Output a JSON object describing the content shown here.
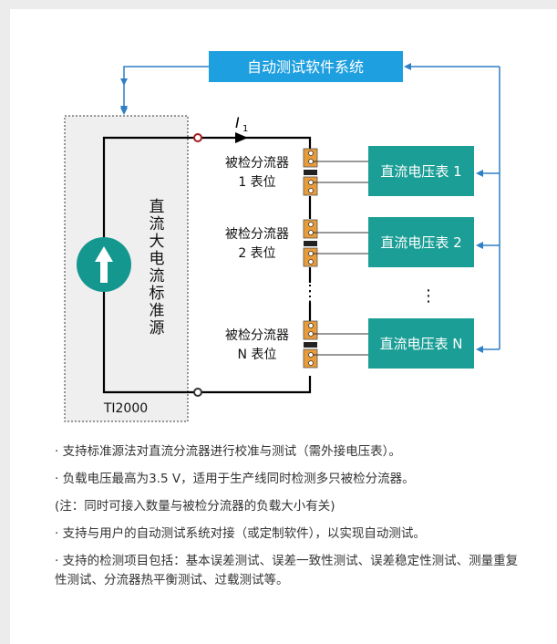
{
  "diagram": {
    "system_box": "自动测试软件系统",
    "source_label_chars": [
      "直",
      "流",
      "大",
      "电",
      "流",
      "标",
      "准",
      "源"
    ],
    "model": "TI2000",
    "current_label": "I",
    "current_sub": "1",
    "shunts": [
      {
        "line1": "被检分流器",
        "line2": "1 表位"
      },
      {
        "line1": "被检分流器",
        "line2": "2 表位"
      },
      {
        "line1": "被检分流器",
        "line2": "N 表位"
      }
    ],
    "voltmeters": [
      "直流电压表 1",
      "直流电压表 2",
      "直流电压表 N"
    ],
    "dots": "⋮",
    "colors": {
      "blue": "#2f7fc4",
      "system_fill": "#1e9fe0",
      "teal": "#1a9e96",
      "shunt_orange": "#e89b3a",
      "wire": "#000000",
      "terminal": "#a31a1a"
    }
  },
  "notes": [
    "· 支持标准源法对直流分流器进行校准与测试（需外接电压表）。",
    "· 负载电压最高为3.5 V，适用于生产线同时检测多只被检分流器。",
    "(注：同时可接入数量与被检分流器的负载大小有关)",
    "· 支持与用户的自动测试系统对接（或定制软件），以实现自动测试。",
    "· 支持的检测项目包括：基本误差测试、误差一致性测试、误差稳定性测试、测量重复性测试、分流器热平衡测试、过载测试等。"
  ]
}
